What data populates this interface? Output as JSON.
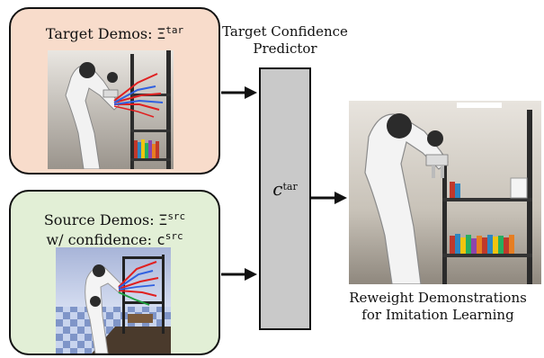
{
  "target_panel": {
    "label_prefix": "Target Demos:",
    "symbol": "Ξ",
    "symbol_sup": "tar",
    "bg_color": "#f8dccb"
  },
  "source_panel": {
    "line1_prefix": "Source Demos:",
    "symbol": "Ξ",
    "symbol_sup": "src",
    "line2_prefix": "w/ confidence:",
    "c_symbol": "c",
    "c_sup": "src",
    "bg_color": "#e2efd6"
  },
  "predictor": {
    "title_line1": "Target Confidence",
    "title_line2": "Predictor",
    "symbol": "c",
    "symbol_sup": "tar",
    "fill_color": "#c9c9c9"
  },
  "output": {
    "caption_line1": "Reweight Demonstrations",
    "caption_line2": "for Imitation Learning"
  },
  "icons": {
    "arrow": "right-arrow-icon"
  }
}
